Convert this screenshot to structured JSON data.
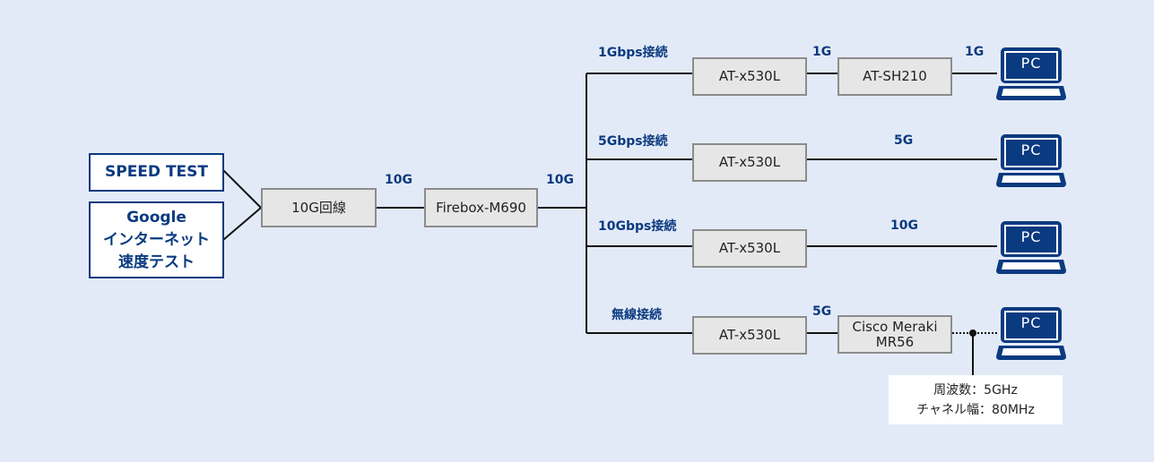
{
  "colors": {
    "background": "#e3eaf7",
    "accent": "#0a3a80",
    "node_fill": "#e6e6e6",
    "node_border": "#8c8c8c",
    "line": "#111111"
  },
  "sources": [
    {
      "label": "SPEED TEST"
    },
    {
      "label": "Google\nインターネット\n速度テスト"
    }
  ],
  "line_node": {
    "label": "10G回線"
  },
  "firewall": {
    "label": "Firebox-M690"
  },
  "link_labels": {
    "line_to_firewall": "10G",
    "firewall_to_bus": "10G"
  },
  "branches": [
    {
      "label": "1Gbps接続",
      "switch": "AT-x530L",
      "mid_speed": "1G",
      "extra_device": "AT-SH210",
      "pc_speed": "1G",
      "pc_label": "PC"
    },
    {
      "label": "5Gbps接続",
      "switch": "AT-x530L",
      "pc_speed": "5G",
      "pc_label": "PC"
    },
    {
      "label": "10Gbps接続",
      "switch": "AT-x530L",
      "pc_speed": "10G",
      "pc_label": "PC"
    },
    {
      "label": "無線接続",
      "switch": "AT-x530L",
      "mid_speed": "5G",
      "extra_device": "Cisco Meraki\nMR56",
      "pc_label": "PC",
      "connection": "wireless"
    }
  ],
  "wireless_note": {
    "text": "周波数：5GHz\nチャネル幅：80MHz"
  }
}
